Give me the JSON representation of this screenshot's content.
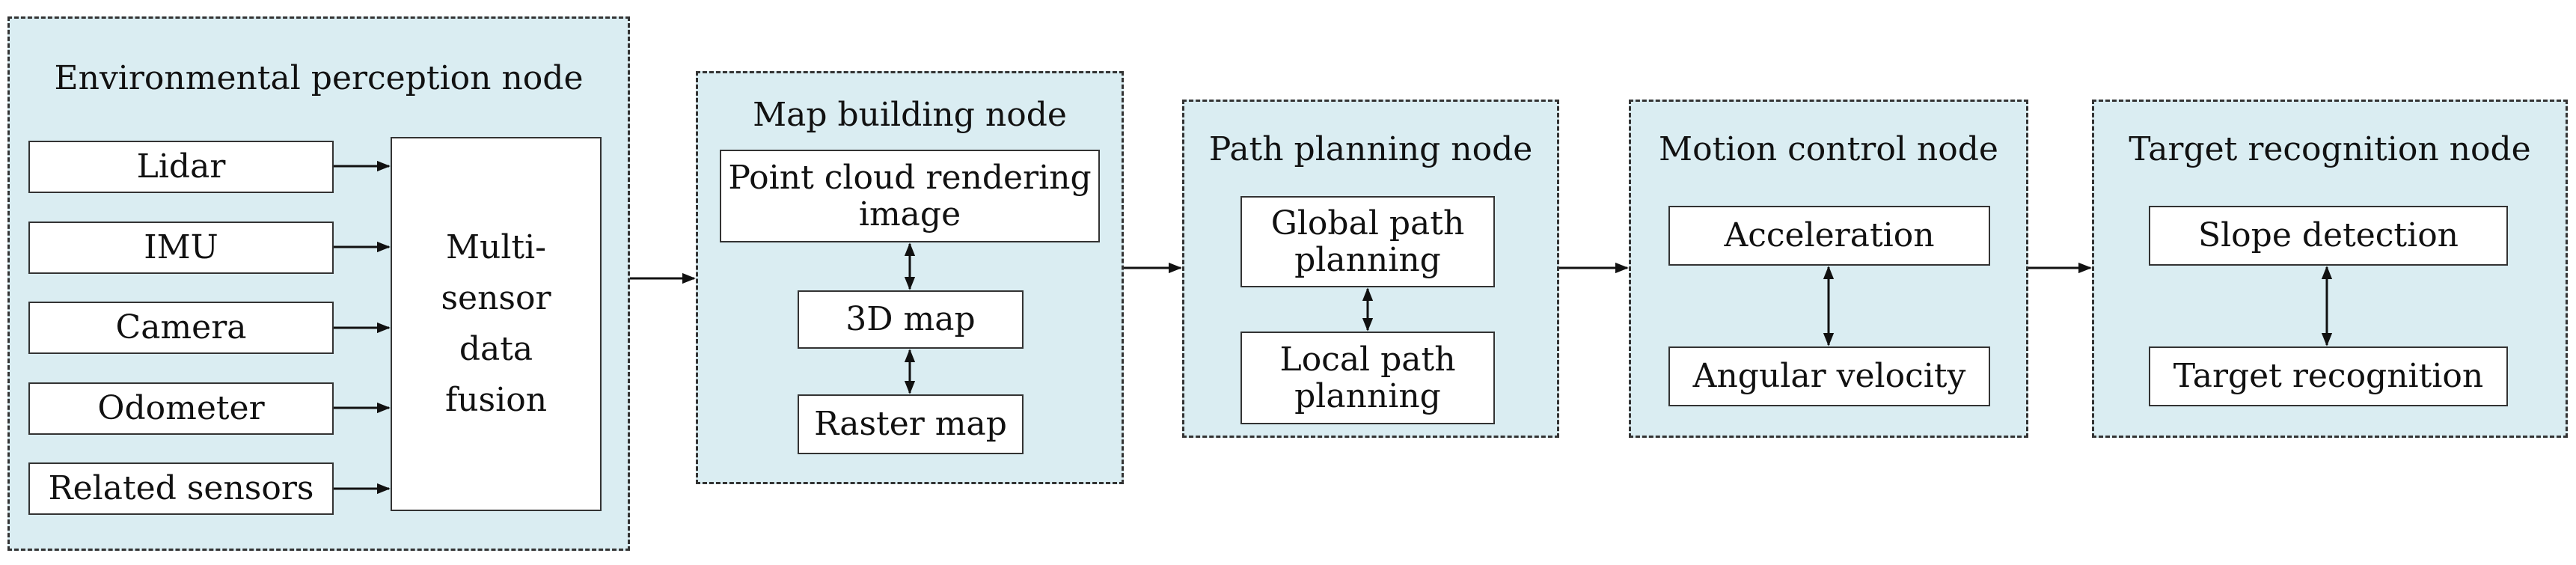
{
  "diagram": {
    "env": {
      "title": "Environmental perception node",
      "inputs": [
        "Lidar",
        "IMU",
        "Camera",
        "Odometer",
        "Related sensors"
      ],
      "fusion": "Multi-\nsensor\ndata\nfusion"
    },
    "map": {
      "title": "Map building node",
      "items": [
        "Point cloud rendering\nimage",
        "3D map",
        "Raster map"
      ]
    },
    "path": {
      "title": "Path planning node",
      "items": [
        "Global path\nplanning",
        "Local path\nplanning"
      ]
    },
    "motion": {
      "title": "Motion control node",
      "items": [
        "Acceleration",
        "Angular velocity"
      ]
    },
    "target": {
      "title": "Target recognition node",
      "items": [
        "Slope detection",
        "Target recognition"
      ]
    }
  }
}
